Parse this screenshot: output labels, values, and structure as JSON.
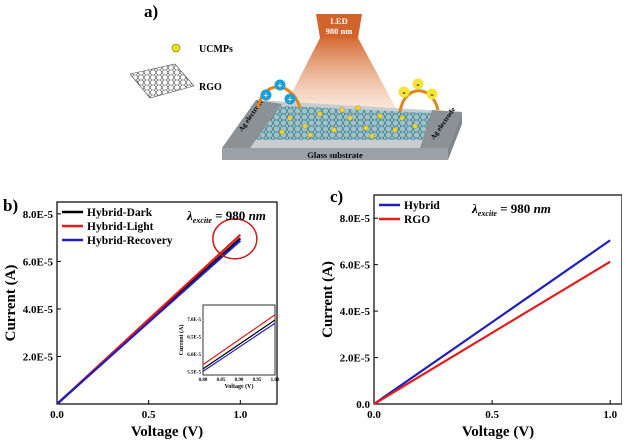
{
  "colors": {
    "black": "#000000",
    "red": "#e41a1c",
    "blue": "#1f1fbf",
    "led": "#d2632b"
  },
  "schematic": {
    "panel_label": "a)",
    "legend_ucmps": "UCMPs",
    "legend_rgo": "RGO",
    "led_label_line1": "LED",
    "led_label_line2": "980 nm",
    "left_electrode": "Ag electrode",
    "right_electrode": "Ag electrode",
    "substrate": "Glass substrate",
    "plus": "+",
    "minus": "-"
  },
  "chart_data": [
    {
      "type": "line",
      "panel_label": "b)",
      "xlabel": "Voltage (V)",
      "ylabel": "Current (A)",
      "xlim": [
        0,
        1.2
      ],
      "ylim": [
        0,
        8.5e-05
      ],
      "xticks": [
        {
          "v": 0,
          "label": "0.0"
        },
        {
          "v": 0.5,
          "label": "0.5"
        },
        {
          "v": 1.0,
          "label": "1.0"
        }
      ],
      "yticks": [
        {
          "v": 2e-05,
          "label": "2.0E-5"
        },
        {
          "v": 4e-05,
          "label": "4.0E-5"
        },
        {
          "v": 6e-05,
          "label": "6.0E-5"
        },
        {
          "v": 8e-05,
          "label": "8.0E-5"
        }
      ],
      "annotation": "λexcite = 980 nm",
      "legend_position": "top-left",
      "series": [
        {
          "name": "Hybrid-Dark",
          "color": "#000000",
          "x": [
            0,
            1.0
          ],
          "y": [
            0,
            6.97e-05
          ]
        },
        {
          "name": "Hybrid-Light",
          "color": "#e41a1c",
          "x": [
            0,
            1.0
          ],
          "y": [
            0,
            7.12e-05
          ]
        },
        {
          "name": "Hybrid-Recovery",
          "color": "#1f1fbf",
          "x": [
            0,
            1.0
          ],
          "y": [
            0,
            6.88e-05
          ]
        }
      ],
      "inset": {
        "xlabel": "Voltage (V)",
        "ylabel": "Current (A)",
        "xlim": [
          0.8,
          1.0
        ],
        "ylim": [
          5.4e-05,
          7.4e-05
        ],
        "xticks": [
          {
            "v": 0.8,
            "label": "0.80"
          },
          {
            "v": 0.85,
            "label": "0.85"
          },
          {
            "v": 0.9,
            "label": "0.90"
          },
          {
            "v": 0.95,
            "label": "0.95"
          },
          {
            "v": 1.0,
            "label": "1.00"
          }
        ],
        "yticks": [
          {
            "v": 5.5e-05,
            "label": "5.5E-5"
          },
          {
            "v": 6e-05,
            "label": "6.0E-5"
          },
          {
            "v": 6.5e-05,
            "label": "6.5E-5"
          },
          {
            "v": 7e-05,
            "label": "7.0E-5"
          }
        ]
      }
    },
    {
      "type": "line",
      "panel_label": "c)",
      "xlabel": "Voltage (V)",
      "ylabel": "Current (A)",
      "xlim": [
        0,
        1.05
      ],
      "ylim": [
        0,
        9e-05
      ],
      "xticks": [
        {
          "v": 0,
          "label": "0.0"
        },
        {
          "v": 0.5,
          "label": "0.5"
        },
        {
          "v": 1.0,
          "label": "1.0"
        }
      ],
      "yticks": [
        {
          "v": 0,
          "label": "0.0"
        },
        {
          "v": 2e-05,
          "label": "2.0E-5"
        },
        {
          "v": 4e-05,
          "label": "4.0E-5"
        },
        {
          "v": 6e-05,
          "label": "6.0E-5"
        },
        {
          "v": 8e-05,
          "label": "8.0E-5"
        }
      ],
      "annotation": "λexcite = 980 nm",
      "legend_position": "top-left",
      "series": [
        {
          "name": "Hybrid",
          "color": "#1f1fbf",
          "x": [
            0,
            1.0
          ],
          "y": [
            0,
            7.05e-05
          ]
        },
        {
          "name": "RGO",
          "color": "#e41a1c",
          "x": [
            0,
            1.0
          ],
          "y": [
            0,
            6.13e-05
          ]
        }
      ]
    }
  ]
}
